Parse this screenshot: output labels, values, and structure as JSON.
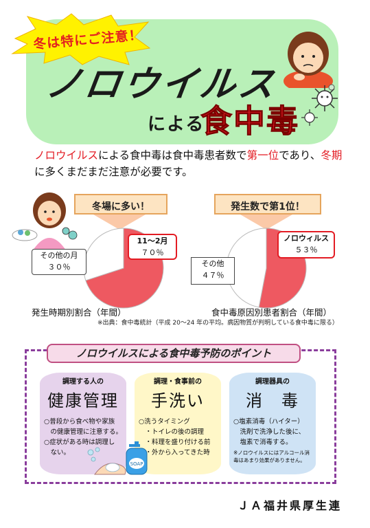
{
  "header": {
    "burst_text": "冬は特にご注意！",
    "title": "ノロウイルス",
    "subtitle_small": "による",
    "subtitle_big": "食中毒"
  },
  "intro": {
    "part1_red": "ノロウイルス",
    "part2": "による食中毒は食中毒患者数で",
    "part3_red": "第一位",
    "part4": "であり、",
    "part5_red": "冬期",
    "part6": "に多くまだまだ注意が必要です。"
  },
  "chart_data": [
    {
      "type": "pie",
      "title": "冬場に多い！",
      "caption": "発生時期別割合（年間）",
      "slices": [
        {
          "name": "11～2月",
          "value": 70,
          "label": "７０％",
          "color": "#ee5961"
        },
        {
          "name": "その他の月",
          "value": 30,
          "label": "３０％",
          "color": "#ffffff"
        }
      ]
    },
    {
      "type": "pie",
      "title": "発生数で第1位！",
      "caption": "食中毒原因別患者割合（年間）",
      "slices": [
        {
          "name": "ノロウィルス",
          "value": 53,
          "label": "５３％",
          "color": "#ee5961"
        },
        {
          "name": "その他",
          "value": 47,
          "label": "４７％",
          "color": "#ffffff"
        }
      ]
    }
  ],
  "source": "※出典：食中毒統計（平成 20～24 年の平均。病因物質が判明している食中毒に限る）",
  "points": {
    "title": "ノロウイルスによる食中毒予防のポイント",
    "columns": [
      {
        "label": "調理する人の",
        "head": "健康管理",
        "lines": [
          "○普段から食べ物や家族",
          "　の健康管理に注意する。",
          "○症状がある時は調理し",
          "　ない。"
        ]
      },
      {
        "label": "調理・食事前の",
        "head": "手洗い",
        "lines": [
          "○洗うタイミング",
          "　・トイレの後の調理",
          "　・料理を盛り付ける前",
          "　・外から入ってきた時"
        ]
      },
      {
        "label": "調理器具の",
        "head": "消　毒",
        "lines": [
          "○塩素消毒（ハイター）",
          "　洗剤で洗浄した後に、",
          "　塩素で消毒する。"
        ],
        "note": [
          "※ノロウイルスにはアルコール消",
          "毒はあまり効果がありません。"
        ]
      }
    ],
    "soap_label": "SOAP"
  },
  "footer": "ＪＡ福井県厚生連",
  "colors": {
    "header_bg": "#b9f0b8",
    "accent_red": "#e31b23",
    "pie_red": "#ee5961",
    "frame_purple": "#8a3d9c"
  }
}
